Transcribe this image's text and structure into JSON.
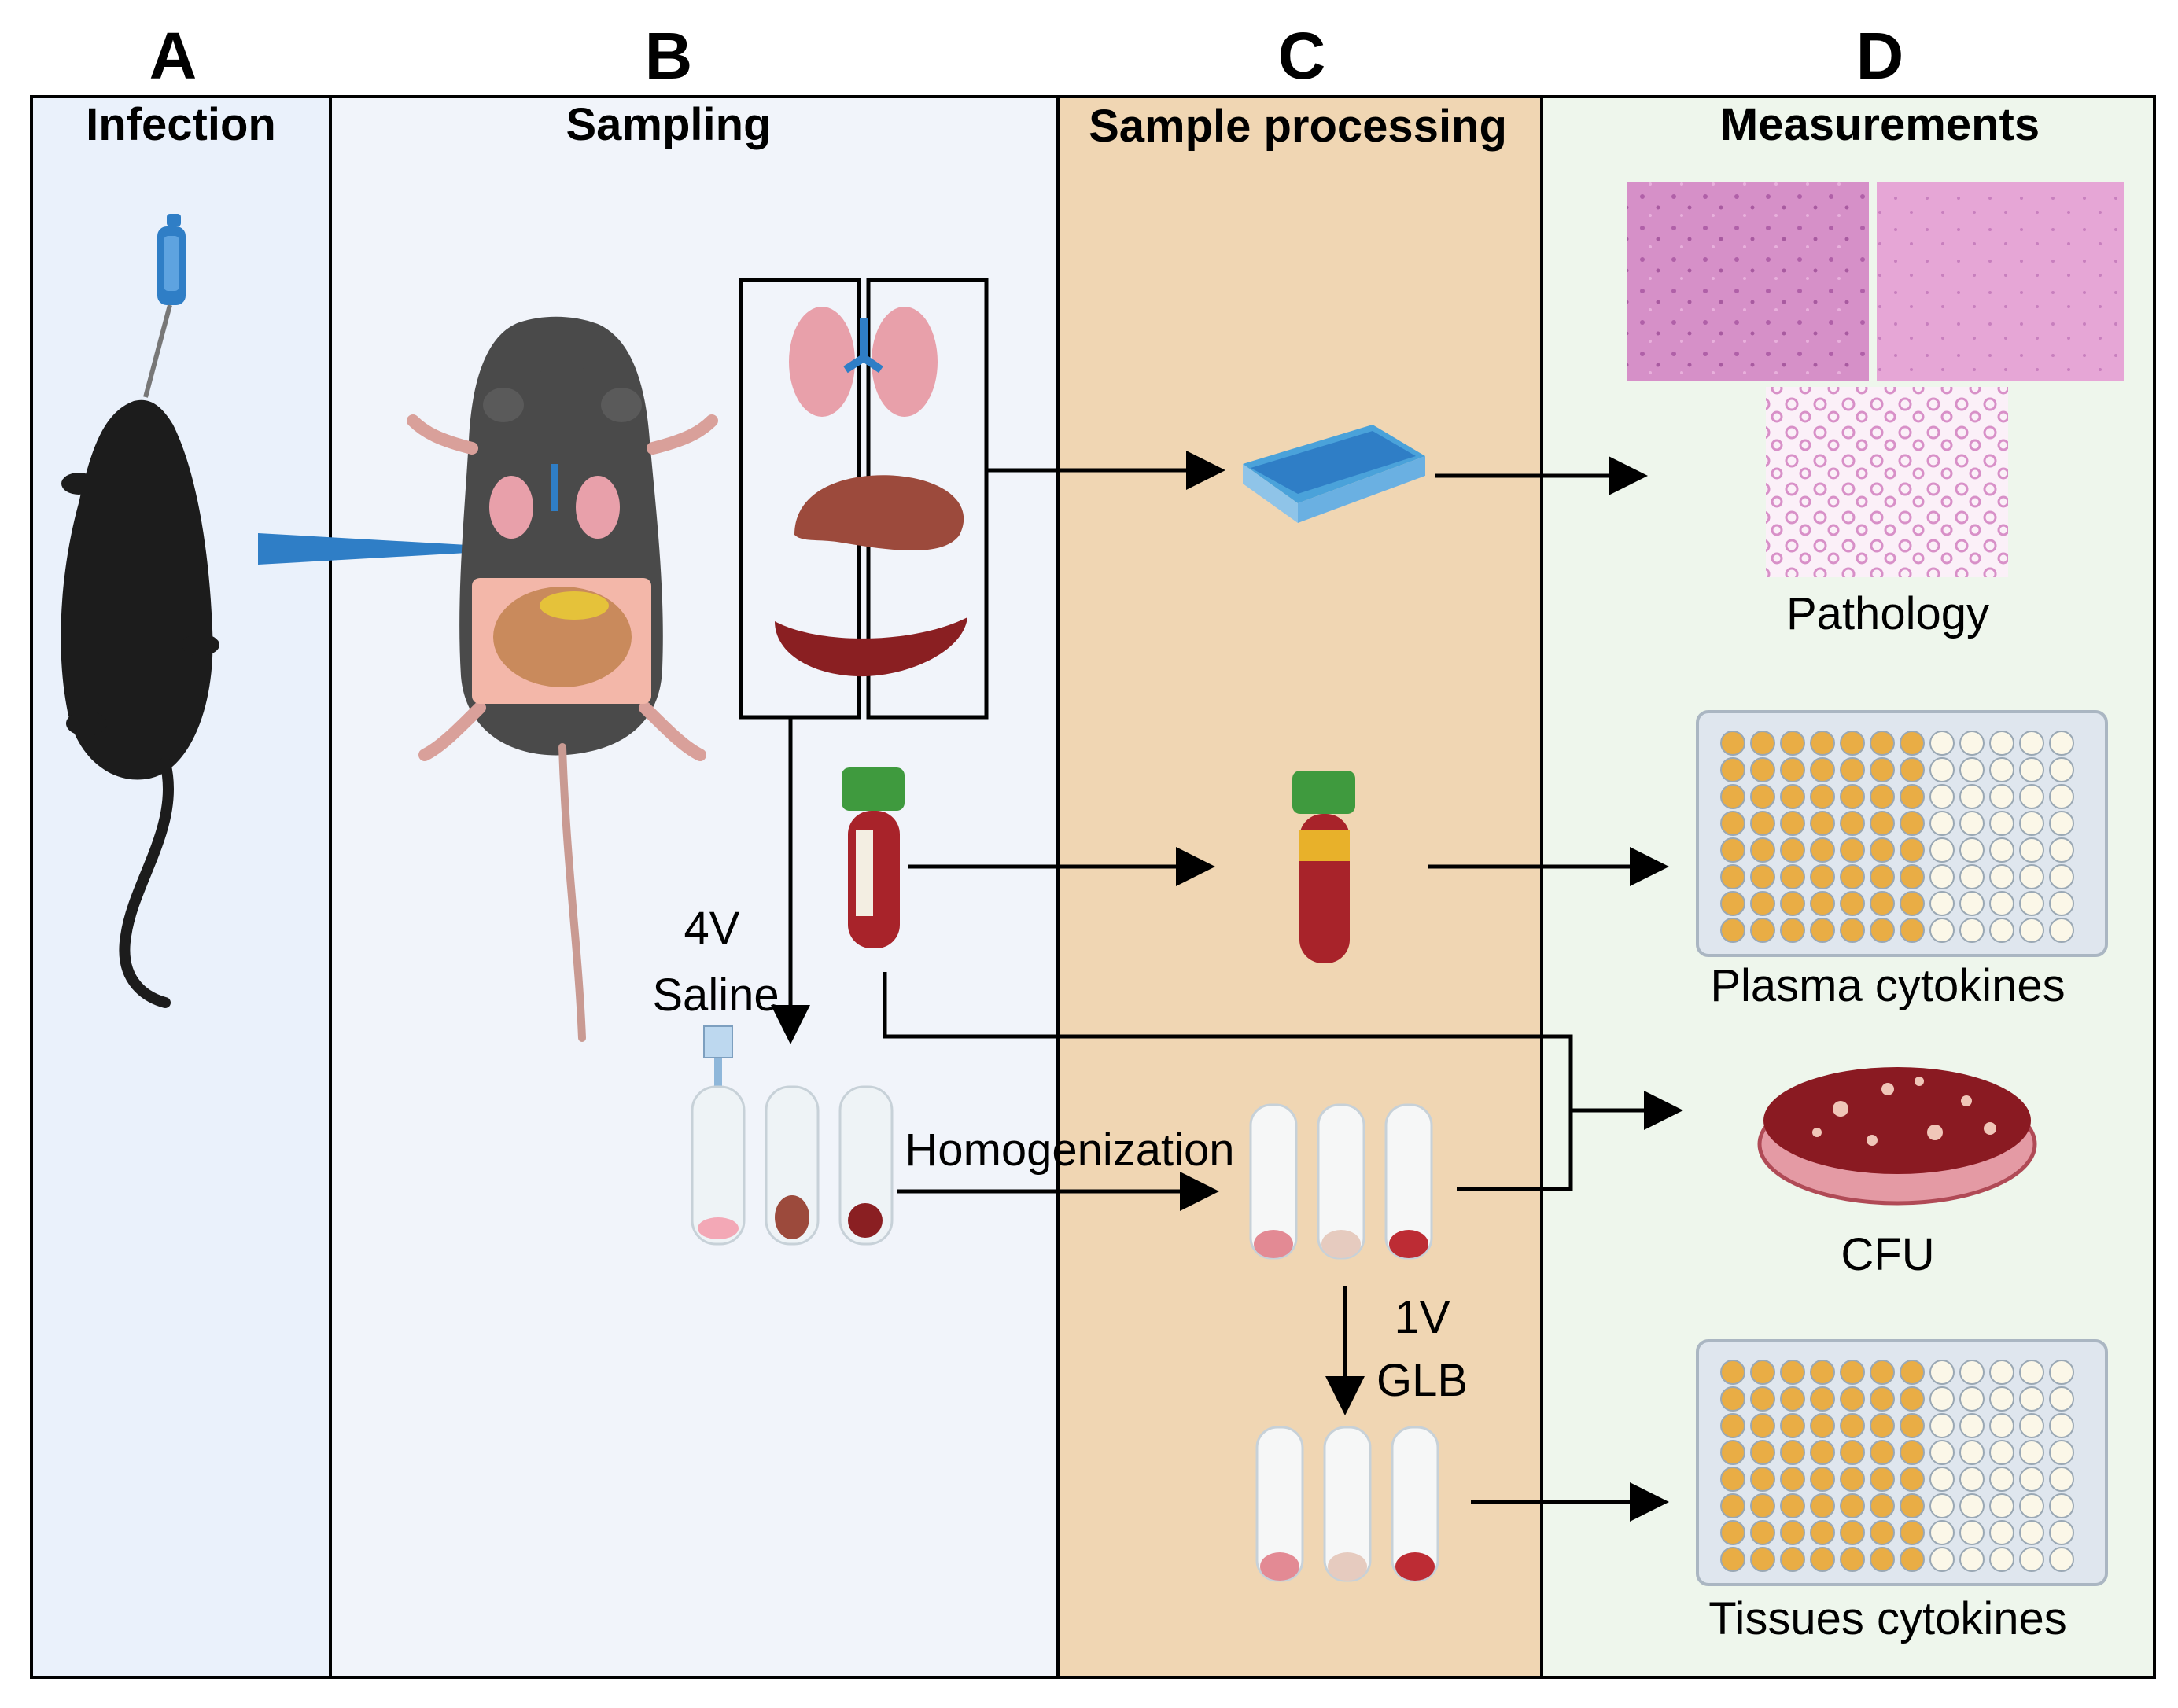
{
  "panels": [
    {
      "letter": "A",
      "title": "Infection",
      "color": "#eaf1fb"
    },
    {
      "letter": "B",
      "title": "Sampling",
      "color": "#f1f4fa"
    },
    {
      "letter": "C",
      "title": "Sample processing",
      "color": "#f0d6b3"
    },
    {
      "letter": "D",
      "title": "Measurements",
      "color": "#eef6ec"
    }
  ],
  "labels": {
    "saline_volume": "4V",
    "saline": "Saline",
    "homogenization": "Homogenization",
    "glb_volume": "1V",
    "glb": "GLB"
  },
  "outputs": {
    "pathology": "Pathology",
    "plasma": "Plasma cytokines",
    "cfu": "CFU",
    "tissues": "Tissues cytokines"
  },
  "colors": {
    "blood": "#a8232a",
    "plasma": "#e8b12a",
    "cap": "#3f9a3e",
    "pipette": "#2f7ec6",
    "histo": "#d690c8",
    "well_filled": "#e9ad45",
    "well_empty": "#fbf7e8"
  }
}
